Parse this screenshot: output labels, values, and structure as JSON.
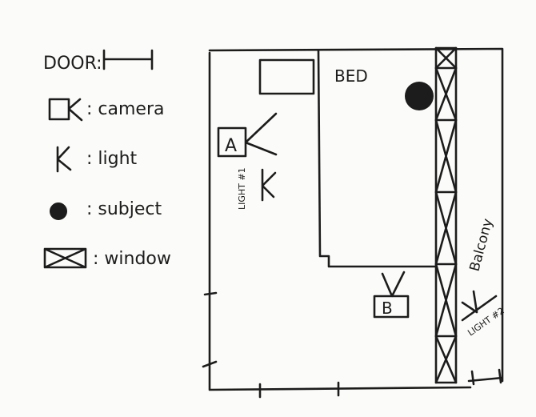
{
  "legend": {
    "door_label": "DOOR:",
    "camera_label": ": camera",
    "light_label": ":  light",
    "subject_label": ": subject",
    "window_label": ": window"
  },
  "room": {
    "bed_label": "BED",
    "balcony_label": "Balcony",
    "camera_a_label": "A",
    "camera_b_label": "B",
    "light_1_label": "LIGHT #1",
    "light_2_label": "LIGHT #2"
  },
  "colors": {
    "ink": "#1c1c1c",
    "paper": "#fbfbf9"
  }
}
